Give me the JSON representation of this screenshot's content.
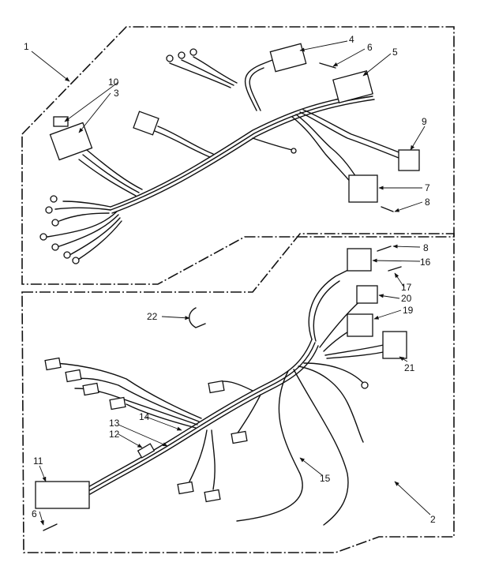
{
  "callouts": {
    "c1": "1",
    "c2": "2",
    "c3": "3",
    "c4": "4",
    "c5": "5",
    "c6a": "6",
    "c6b": "6",
    "c7": "7",
    "c8a": "8",
    "c8b": "8",
    "c9": "9",
    "c10": "10",
    "c11": "11",
    "c12": "12",
    "c13": "13",
    "c14": "14",
    "c15": "15",
    "c16": "16",
    "c17": "17",
    "c19": "19",
    "c20": "20",
    "c21": "21",
    "c22": "22"
  }
}
